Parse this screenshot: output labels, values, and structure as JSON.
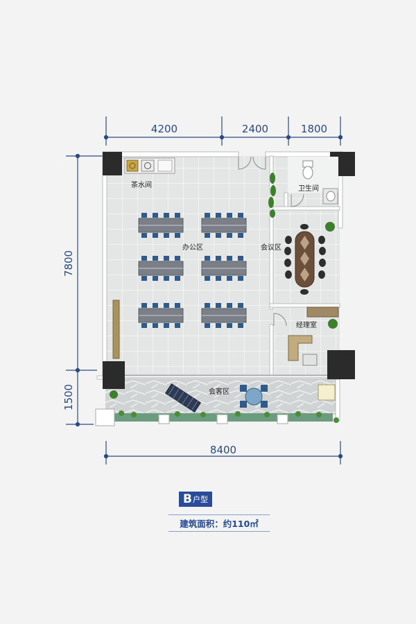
{
  "dimensions": {
    "top": [
      "4200",
      "2400",
      "1800"
    ],
    "bottom": "8400",
    "left": [
      "7800",
      "1500"
    ]
  },
  "rooms": {
    "tea_room": "茶水间",
    "restroom": "卫生间",
    "office_area": "办公区",
    "meeting_area": "会议区",
    "manager_room": "经理室",
    "reception_area": "会客区"
  },
  "unit": {
    "letter": "B",
    "type_label": "户型",
    "area_label": "建筑面积：约110㎡"
  },
  "colors": {
    "dimension_line": "#2a4a7e",
    "wall": "#ffffff",
    "column": "#2b2b2b",
    "floor": "#e6e8e8",
    "badge": "#294d9b",
    "desk": "#7b8088",
    "chair": "#2f5a8a",
    "plant": "#3d7f2c"
  }
}
